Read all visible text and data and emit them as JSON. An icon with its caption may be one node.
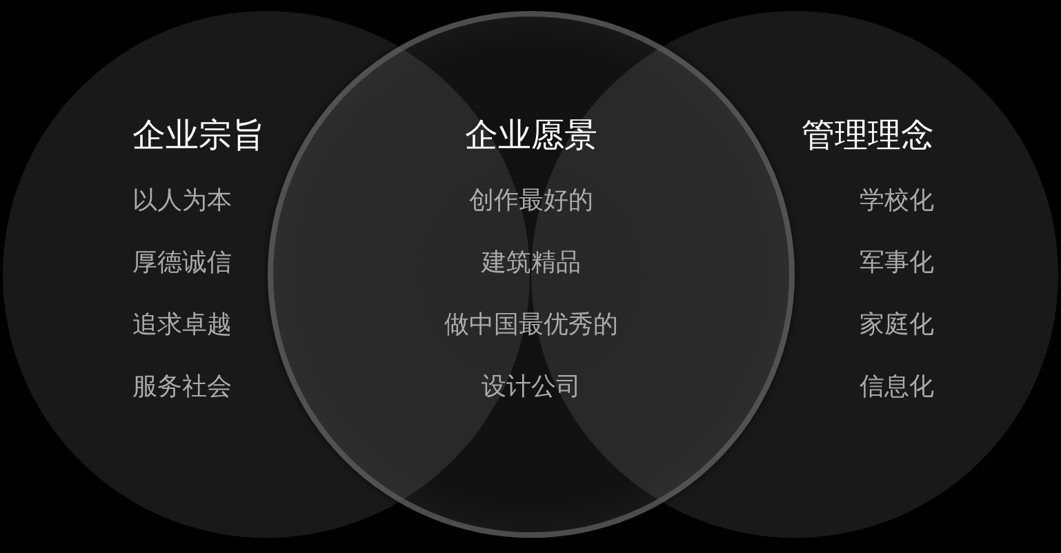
{
  "diagram": {
    "nodes": [
      {
        "text": [
          "企业宗旨",
          "以人为本",
          "厚德诚信",
          "追求卓越",
          "服务社会"
        ]
      },
      {
        "text": [
          "企业愿景",
          "创作最好的建筑精品",
          "做中国最优秀的设计公司"
        ]
      },
      {
        "text": [
          "管理理念",
          "学校化",
          "军事化",
          "家庭化",
          "信息化"
        ]
      }
    ]
  }
}
